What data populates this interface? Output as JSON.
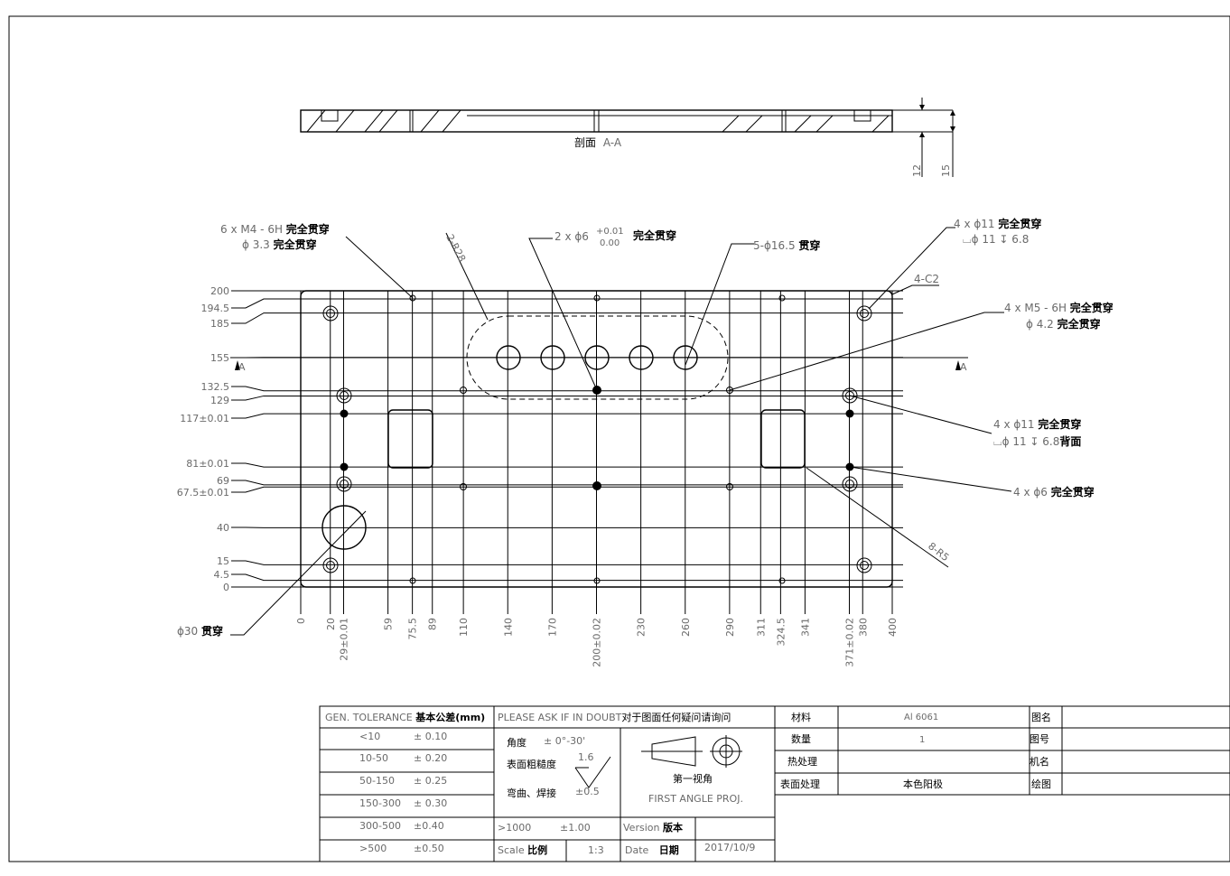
{
  "section": {
    "label": "剖面",
    "label_ref": "A-A",
    "thickness_1": "12",
    "thickness_2": "15"
  },
  "section_marks": {
    "left": "A",
    "right": "A"
  },
  "callouts": {
    "m4": {
      "line1_plain": "6 x M4 - 6H ",
      "line1_bold": "完全贯穿",
      "line2_plain": "ϕ 3.3 ",
      "line2_bold": "完全贯穿"
    },
    "r28": "2-R28",
    "phi6tol": {
      "plain": "2 x ϕ6",
      "upper": "+0.01",
      "lower": "0.00",
      "bold": "完全贯穿"
    },
    "phi165": {
      "plain": "5-ϕ16.5 ",
      "bold": "贯穿"
    },
    "phi11top": {
      "line1_plain": "4 x ϕ11 ",
      "line1_bold": "完全贯穿",
      "line2": "⌴ϕ 11 ↧ 6.8"
    },
    "c2": "4-C2",
    "m5": {
      "line1_plain": "4 x M5 - 6H ",
      "line1_bold": "完全贯穿",
      "line2_plain": "ϕ 4.2 ",
      "line2_bold": "完全贯穿"
    },
    "phi11back": {
      "line1_plain": "4 x ϕ11 ",
      "line1_bold": "完全贯穿",
      "line2_plain": "⌴ϕ 11 ↧ 6.8",
      "line2_bold": "背面"
    },
    "phi6": {
      "plain": "4 x ϕ6 ",
      "bold": "完全贯穿"
    },
    "r5": "8-R5",
    "phi30": {
      "plain": "ϕ30 ",
      "bold": "贯穿"
    }
  },
  "y_dims": [
    "200",
    "194.5",
    "185",
    "155",
    "132.5",
    "129",
    "117±0.01",
    "81±0.01",
    "69",
    "67.5±0.01",
    "40",
    "15",
    "4.5",
    "0"
  ],
  "x_dims": [
    "0",
    "20",
    "29±0.01",
    "59",
    "75.5",
    "89",
    "110",
    "140",
    "170",
    "200±0.02",
    "230",
    "260",
    "290",
    "311",
    "324.5",
    "341",
    "371±0.02",
    "380",
    "400"
  ],
  "title_block": {
    "gen_tol": "GEN. TOLERANCE",
    "gen_tol_cn": "基本公差(mm)",
    "ask": "PLEASE ASK IF IN DOUBT",
    "ask_cn": "对于图面任何疑问请询问",
    "tolerances": [
      {
        "range": "<10",
        "tol": "± 0.10"
      },
      {
        "range": "10-50",
        "tol": "± 0.20"
      },
      {
        "range": "50-150",
        "tol": "± 0.25"
      },
      {
        "range": "150-300",
        "tol": "± 0.30"
      },
      {
        "range": "300-500",
        "tol": "±0.40"
      },
      {
        "range": ">500",
        "tol": "±0.50"
      }
    ],
    "angle_label": "角度",
    "angle_value": "± 0°-30'",
    "rough_label": "表面粗糙度",
    "rough_value": "1.6",
    "bend_label": "弯曲、焊接",
    "bend_value": "±0.5",
    "over1000": ">1000",
    "over1000_tol": "±1.00",
    "scale_label": "Scale",
    "scale_label_cn": "比例",
    "scale_value": "1:3",
    "proj_cn": "第一视角",
    "proj_en": "FIRST ANGLE PROJ.",
    "version_label": "Version",
    "version_label_cn": "版本",
    "version_value": "",
    "date_label": "Date",
    "date_label_cn": "日期",
    "date_value": "2017/10/9",
    "material_label": "材料",
    "material_value": "Al 6061",
    "qty_label": "数量",
    "qty_value": "1",
    "heat_label": "热处理",
    "heat_value": "",
    "surface_label": "表面处理",
    "surface_value": "本色阳极",
    "drawing_name_label": "图名",
    "drawing_no_label": "图号",
    "machine_label": "机名",
    "drawn_label": "绘图"
  }
}
